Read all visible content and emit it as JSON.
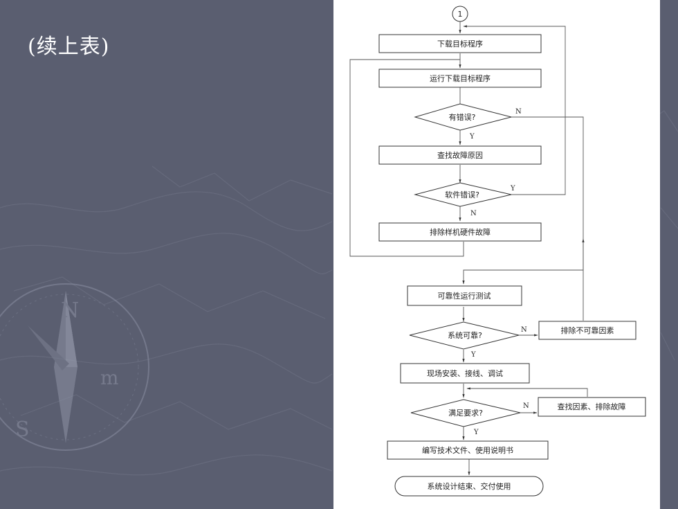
{
  "slide": {
    "title": "(续上表)"
  },
  "flowchart": {
    "connector": "1",
    "steps": {
      "download": "下载目标程序",
      "run_download": "运行下载目标程序",
      "has_error": "有错误?",
      "find_cause": "查找故障原因",
      "software_error": "软件错误?",
      "fix_hardware": "排除样机硬件故障",
      "reliability_test": "可靠性运行测试",
      "system_reliable": "系统可靠?",
      "remove_unreliable": "排除不可靠因素",
      "install": "现场安装、接线、调试",
      "meets_requirements": "满足要求?",
      "find_factors": "查找因素、排除故障",
      "write_docs": "编写技术文件、使用说明书",
      "finish": "系统设计结束、交付使用"
    },
    "branch_labels": {
      "has_error_no": "N",
      "has_error_yes": "Y",
      "software_error_yes": "Y",
      "software_error_no": "N",
      "system_reliable_no": "N",
      "system_reliable_yes": "Y",
      "meets_requirements_no": "N",
      "meets_requirements_yes": "Y"
    }
  },
  "colors": {
    "background": "#5a5e70",
    "panel": "#ffffff",
    "line": "#555555"
  }
}
